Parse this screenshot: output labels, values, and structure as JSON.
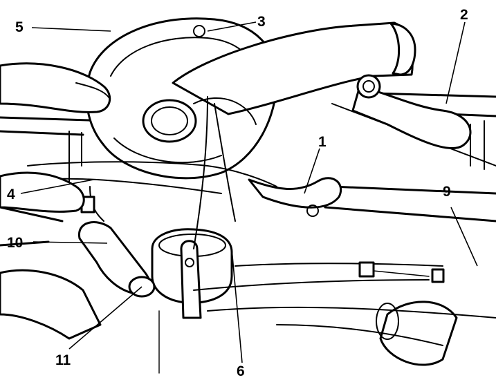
{
  "callouts": [
    {
      "id": "5",
      "text": "5"
    },
    {
      "id": "3",
      "text": "3"
    },
    {
      "id": "2",
      "text": "2"
    },
    {
      "id": "1",
      "text": "1"
    },
    {
      "id": "4",
      "text": "4"
    },
    {
      "id": "9",
      "text": "9"
    },
    {
      "id": "10",
      "text": "10"
    },
    {
      "id": "11",
      "text": "11"
    },
    {
      "id": "6",
      "text": "6"
    }
  ]
}
